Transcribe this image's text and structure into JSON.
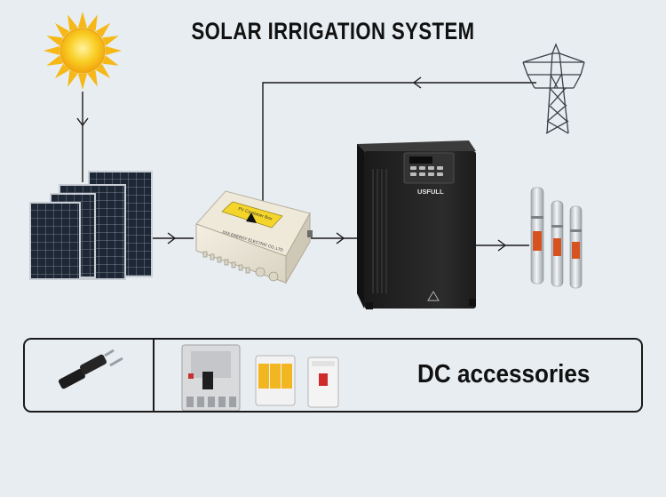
{
  "diagram": {
    "title": "SOLAR IRRIGATION SYSTEM",
    "accessories_label": "DC accessories",
    "inverter_brand": "USFULL",
    "combiner_box_label": "PV Combiner Box",
    "combiner_maker": "XXX ENERGY ELECTRIC CO.,LTD",
    "colors": {
      "line": "#1a1a1a",
      "background": "#e8edf1",
      "sun": "#f7c61b",
      "panel": "#1c2533",
      "inverter": "#222222",
      "pump_accent": "#d6531f"
    },
    "components": [
      "sun",
      "solar-panels",
      "combiner-box",
      "inverter",
      "power-grid-tower",
      "water-pumps",
      "mc4-connectors",
      "dc-breaker",
      "surge-protector",
      "mini-circuit-breaker"
    ]
  }
}
